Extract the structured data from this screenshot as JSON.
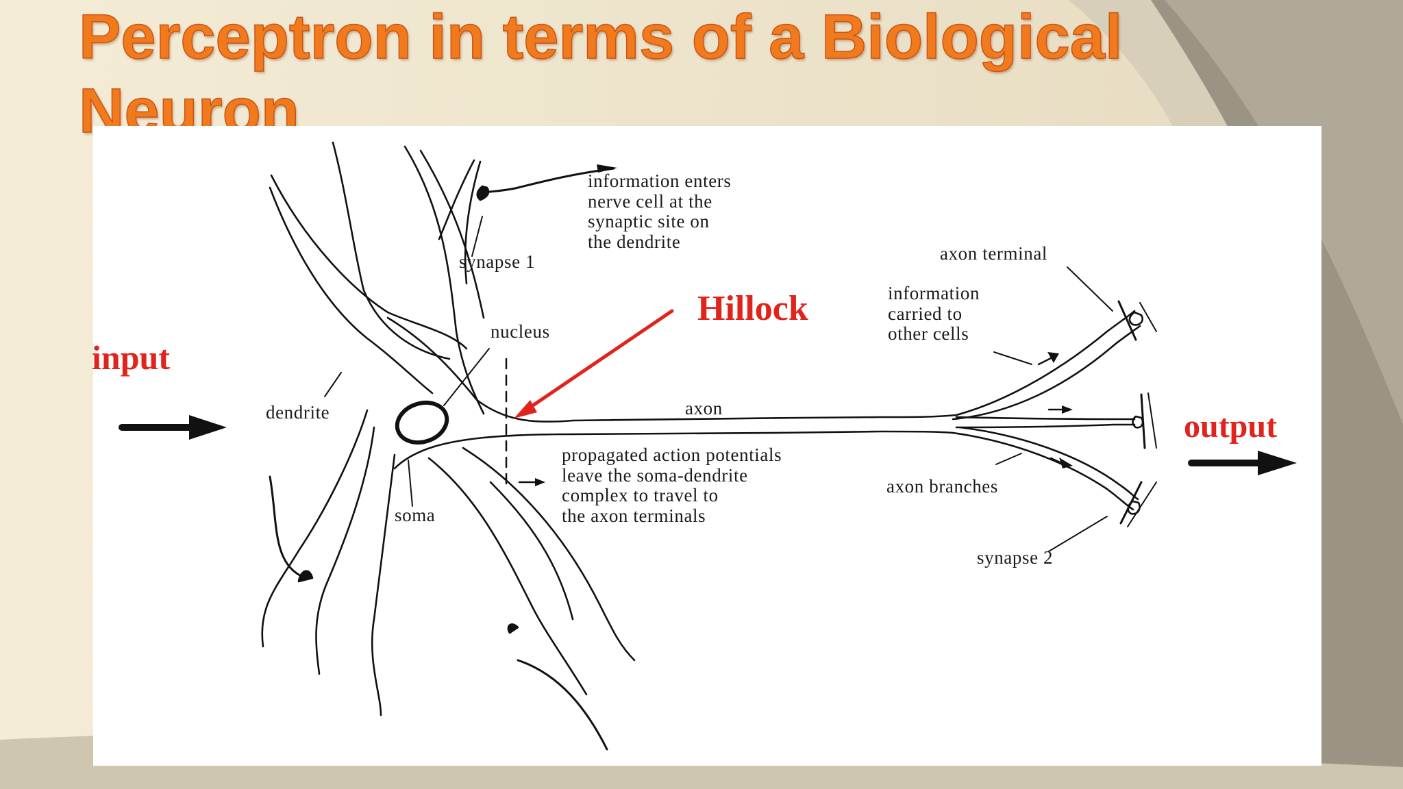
{
  "slide": {
    "title": "Perceptron in terms of a Biological Neuron"
  },
  "diagram": {
    "io": {
      "input": "input",
      "output": "output",
      "hillock": "Hillock"
    },
    "labels": {
      "info_enters": "information enters\nnerve cell at the\nsynaptic site on\nthe dendrite",
      "synapse_1": "synapse 1",
      "nucleus": "nucleus",
      "dendrite": "dendrite",
      "soma": "soma",
      "axon": "axon",
      "propagated": "propagated action potentials\nleave the soma-dendrite\ncomplex to travel to\nthe axon terminals",
      "axon_terminal": "axon terminal",
      "info_carried": "information\ncarried to\nother cells",
      "axon_branches": "axon branches",
      "synapse_2": "synapse 2"
    }
  },
  "colors": {
    "title": "#f07a1c",
    "accent_red": "#e0241b",
    "ink": "#111111",
    "background": "#efe6cf"
  }
}
